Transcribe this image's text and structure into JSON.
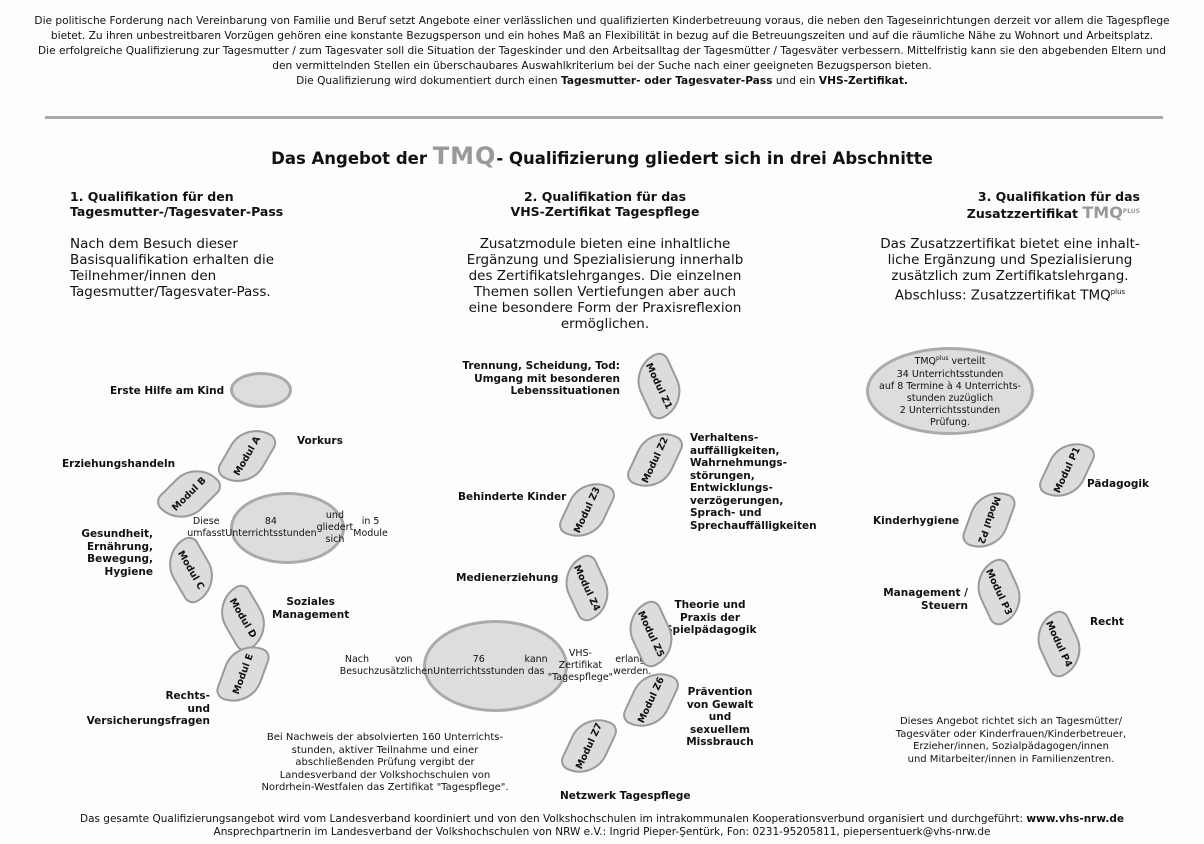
{
  "intro": {
    "p1": "Die politische Forderung nach Vereinbarung von Familie und Beruf setzt Angebote einer verlässlichen und qualifizierten Kinderbetreuung voraus, die neben den Tageseinrichtungen derzeit vor allem die Tagespflege bietet. Zu ihren unbestreitbaren Vorzügen gehören eine konstante Bezugsperson und ein hohes Maß an Flexibilität in bezug auf die Betreuungszeiten und auf die räumliche Nähe zu Wohnort und Arbeitsplatz.",
    "p2": "Die erfolgreiche Qualifizierung zur Tagesmutter / zum Tagesvater soll die Situation der Tageskinder und den Arbeitsalltag der Tagesmütter / Tagesväter verbessern. Mittelfristig kann sie den abgebenden Eltern und den vermittelnden Stellen ein überschaubares Auswahlkriterium bei der Suche nach einer geeigneten Bezugsperson bieten.",
    "p3a": "Die Qualifizierung wird dokumentiert durch einen ",
    "p3b": "Tagesmutter- oder Tagesvater-Pass",
    "p3c": " und ein ",
    "p3d": "VHS-Zertifikat."
  },
  "title": {
    "a": "Das Angebot der ",
    "logo": "TMQ",
    "b": "- Qualifizierung gliedert sich in drei Abschnitte"
  },
  "col1": {
    "h1": "1. Qualifikation für den",
    "h2": "Tagesmutter-/Tagesvater-Pass",
    "text": [
      "Nach dem Besuch dieser",
      "Basisqualifikation erhalten die",
      "Teilnehmer/innen den",
      "Tagesmutter/Tagesvater-Pass."
    ],
    "labels": {
      "erste": "Erste Hilfe am Kind",
      "vorkurs": "Vorkurs",
      "erz": "Erziehungshandeln",
      "ges": [
        "Gesundheit,",
        "Ernährung,",
        "Bewegung,",
        "Hygiene"
      ],
      "soz": [
        "Soziales",
        "Management"
      ],
      "recht": [
        "Rechts-",
        "und",
        "Versicherungsfragen"
      ]
    },
    "modules": [
      "Modul A",
      "Modul B",
      "Modul C",
      "Modul D",
      "Modul E"
    ],
    "ellipse": [
      "Diese umfasst",
      "84 Unterrichtsstunden",
      "und gliedert sich",
      "in 5 Module"
    ],
    "bottom": [
      "Bei Nachweis der absolvierten 160 Unterrichts-",
      "stunden, aktiver Teilnahme und einer",
      "abschließenden Prüfung vergibt der",
      "Landesverband der Volkshochschulen von",
      "Nordrhein-Westfalen das Zertifikat \"Tagespflege\"."
    ]
  },
  "col2": {
    "h1": "2. Qualifikation für das",
    "h2": "VHS-Zertifikat Tagespflege",
    "text": [
      "Zusatzmodule bieten eine inhaltliche",
      "Ergänzung und Spezialisierung innerhalb",
      "des Zertifikatslehrganges. Die einzelnen",
      "Themen sollen Vertiefungen aber auch",
      "eine besondere Form der Praxisreflexion",
      "ermöglichen."
    ],
    "labels": {
      "trennung": [
        "Trennung, Scheidung, Tod:",
        "Umgang mit besonderen",
        "Lebenssituationen"
      ],
      "verhalten": [
        "Verhaltens-",
        "auffälligkeiten,",
        "Wahrnehmungs-",
        "störungen,",
        "Entwicklungs-",
        "verzögerungen,",
        "Sprach- und",
        "Sprechauffälligkeiten"
      ],
      "behindert": "Behinderte Kinder",
      "medien": "Medienerziehung",
      "theorie": [
        "Theorie und",
        "Praxis der",
        "Spielpädagogik"
      ],
      "praevention": [
        "Prävention",
        "von Gewalt",
        "und",
        "sexuellem",
        "Missbrauch"
      ],
      "netzwerk": "Netzwerk Tagespflege"
    },
    "modules": [
      "Modul Z1",
      "Modul Z2",
      "Modul Z3",
      "Modul Z4",
      "Modul Z5",
      "Modul Z6",
      "Modul Z7"
    ],
    "ellipse": [
      "Nach Besuch",
      "von zusätzlichen",
      "76 Unterrichtsstunden",
      "kann das",
      "VHS-Zertifikat \"Tagespflege\"",
      "erlangt werden."
    ]
  },
  "col3": {
    "h1": "3. Qualifikation für das",
    "h2": "Zusatzzertifikat ",
    "h2logo": "TMQ",
    "h2sup": "PLUS",
    "text": [
      "Das Zusatzzertifikat bietet eine inhalt-",
      "liche Ergänzung und Spezialisierung",
      "zusätzlich zum Zertifikatslehrgang.",
      "Abschluss: Zusatzzertifikat TMQ"
    ],
    "textsup": "plus",
    "ellipse": {
      "l1": "TMQ",
      "sup": "plus",
      "l1b": " verteilt",
      "rest": [
        "34 Unterrichtsstunden",
        "auf 8 Termine à 4 Unterrichts-",
        "stunden zuzüglich",
        "2 Unterrichtsstunden",
        "Prüfung."
      ]
    },
    "labels": {
      "paed": "Pädagogik",
      "hyg": "Kinderhygiene",
      "man": [
        "Management /",
        "Steuern"
      ],
      "recht": "Recht"
    },
    "modules": [
      "Modul P1",
      "Modul P2",
      "Modul P3",
      "Modul P4"
    ],
    "bottom": [
      "Dieses Angebot richtet sich an Tagesmütter/",
      "Tagesväter oder Kinderfrauen/Kinderbetreuer,",
      "Erzieher/innen, Sozialpädagogen/innen",
      "und Mitarbeiter/innen in Familienzentren."
    ]
  },
  "footer": {
    "l1a": "Das gesamte Qualifizierungsangebot wird vom Landesverband koordiniert und von den Volkshochschulen im intrakommunalen Kooperationsverbund organisiert und durchgeführt: ",
    "l1b": "www.vhs-nrw.de",
    "l2": "Ansprechpartnerin im Landesverband der Volkshochschulen von NRW e.V.: Ingrid Pieper-Şentürk, Fon: 0231-95205811, piepersentuerk@vhs-nrw.de"
  }
}
